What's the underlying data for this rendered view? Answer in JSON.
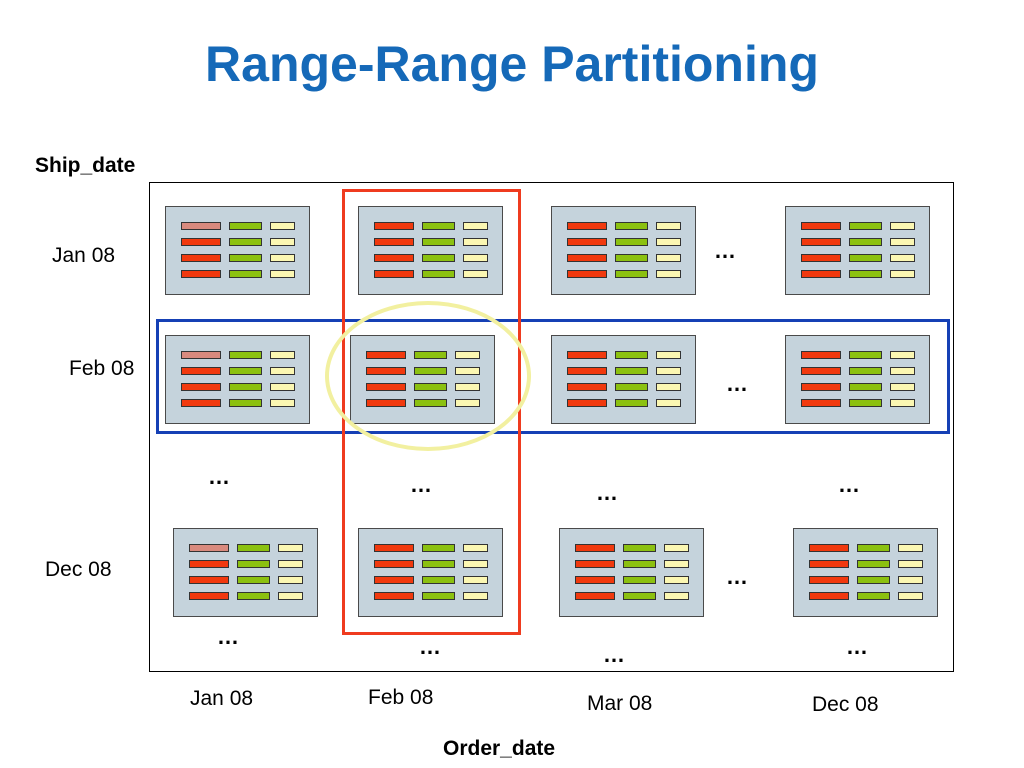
{
  "title": "Range-Range Partitioning",
  "y_axis_title": "Ship_date",
  "x_axis_title": "Order_date",
  "row_labels": [
    "Jan 08",
    "Feb 08",
    "Dec 08"
  ],
  "col_labels": [
    "Jan 08",
    "Feb 08",
    "Mar 08",
    "Dec 08"
  ],
  "ellipsis": "…",
  "colors": {
    "title": "#1569b8",
    "cell_background": "#c5d3dc",
    "bar_red": "#f1390e",
    "bar_pink": "#d98a7e",
    "bar_green": "#8cc110",
    "bar_yellow": "#fbf7b2",
    "highlight_column": "#ef3b1f",
    "highlight_row": "#1540b5",
    "highlight_ellipse": "#f2f0a0"
  }
}
